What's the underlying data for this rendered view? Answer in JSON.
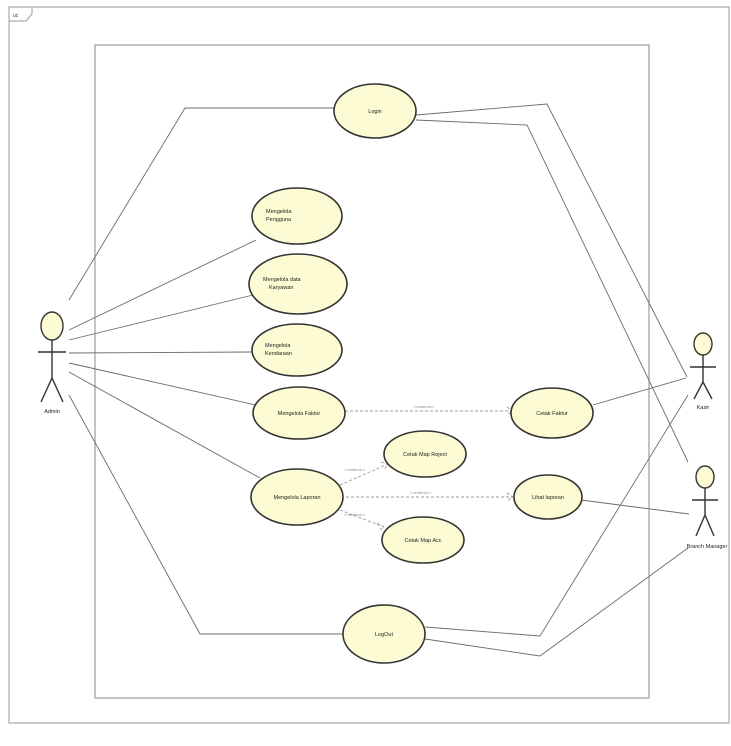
{
  "diagram": {
    "frame_tag": "uc",
    "watermark": "",
    "actors": {
      "admin": "Admin",
      "kasir": "Kasir",
      "branch_manager": "Branch Manager"
    },
    "use_cases": {
      "login": "Login",
      "pengguna_line1": "Mengelola",
      "pengguna_line2": "Pengguna",
      "data_karyawan_line1": "Mengelola data",
      "data_karyawan_line2": "Karyawan",
      "kendaraan_line1": "Mengelola",
      "kendaraan_line2": "Kendaraan",
      "faktur": "Mengelola Faktur",
      "cetak_faktur": "Cetak Faktur",
      "laporan": "Mengelola Laporan",
      "cetak_map_reject": "Cetak Map Reject",
      "lihat_laporan": "Lihat laporan",
      "cetak_map_acc": "Cetak Map Acc",
      "logout": "LogOut"
    },
    "stereotype": "<<extend>>",
    "colors": {
      "use_case_fill": "#fdfbd3",
      "outline": "#333333"
    }
  }
}
